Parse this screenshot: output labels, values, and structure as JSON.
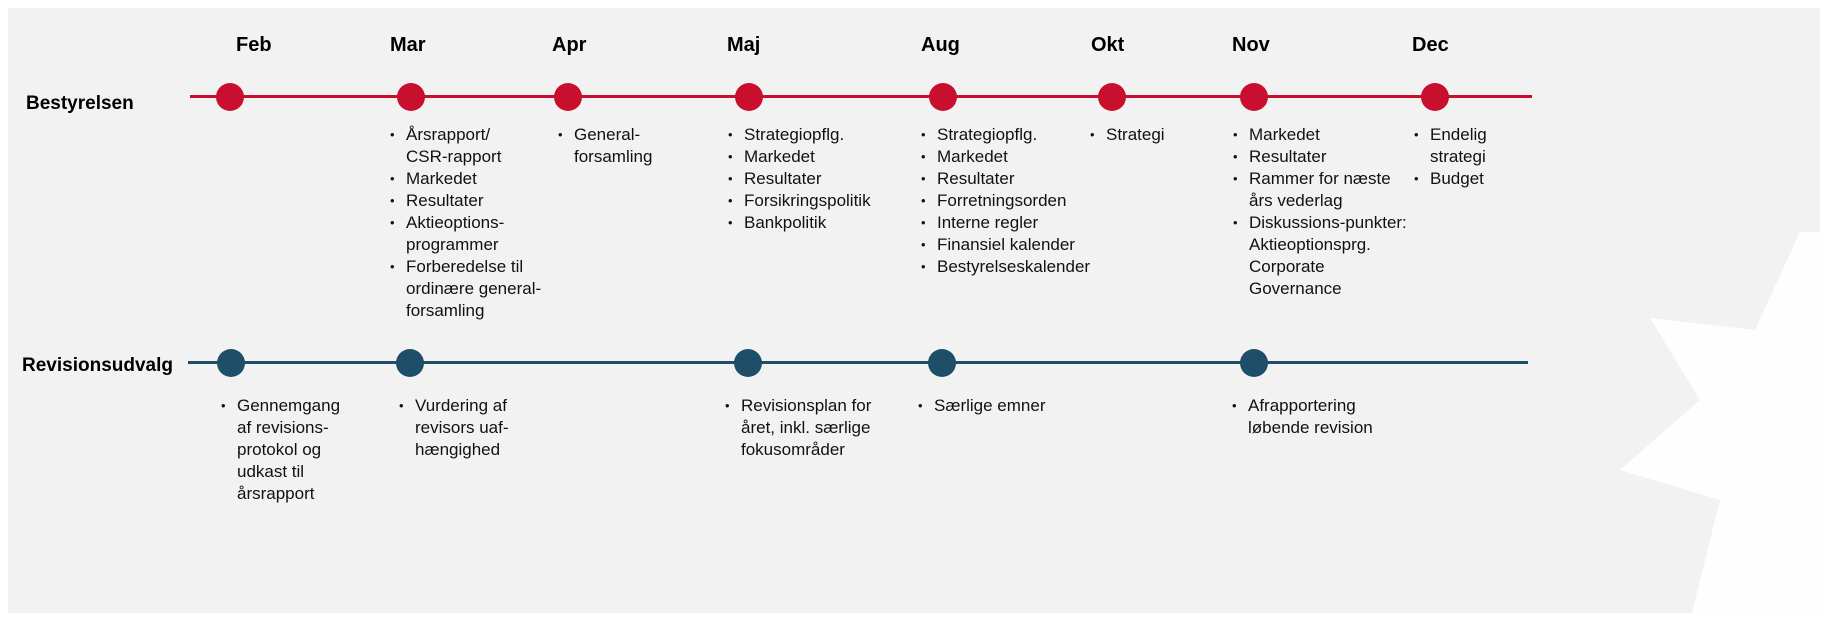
{
  "months": [
    "Feb",
    "Mar",
    "Apr",
    "Maj",
    "Aug",
    "Okt",
    "Nov",
    "Dec"
  ],
  "rows": {
    "board": {
      "label": "Bestyrelsen",
      "color": "#c8102e",
      "columns": {
        "Mar": [
          "Årsrapport/\nCSR-rapport",
          "Markedet",
          "Resultater",
          "Aktieoptions-\nprogrammer",
          "Forberedelse til\nordinære general-\nforsamling"
        ],
        "Apr": [
          "General-\nforsamling"
        ],
        "Maj": [
          "Strategiopflg.",
          "Markedet",
          "Resultater",
          "Forsikringspolitik",
          "Bankpolitik"
        ],
        "Aug": [
          "Strategiopflg.",
          "Markedet",
          "Resultater",
          "Forretningsorden",
          "Interne regler",
          "Finansiel kalender",
          "Bestyrelseskalender"
        ],
        "Okt": [
          "Strategi"
        ],
        "Nov": [
          "Markedet",
          "Resultater",
          "Rammer for næste\nårs vederlag",
          "Diskussions-punkter:\nAktieoptionsprg.\nCorporate\nGovernance"
        ],
        "Dec": [
          "Endelig\nstrategi",
          "Budget"
        ]
      }
    },
    "audit": {
      "label": "Revisionsudvalg",
      "color": "#1f4e68",
      "columns": {
        "Feb": [
          "Gennemgang\naf revisions-\nprotokol og\nudkast til\nårsrapport"
        ],
        "Mar": [
          "Vurdering af\nrevisors uaf-\nhængighed"
        ],
        "Maj": [
          "Revisionsplan for\nåret, inkl. særlige\nfokusområder"
        ],
        "Aug": [
          "Særlige emner"
        ],
        "Nov": [
          "Afrapportering\nløbende revision"
        ]
      }
    }
  }
}
